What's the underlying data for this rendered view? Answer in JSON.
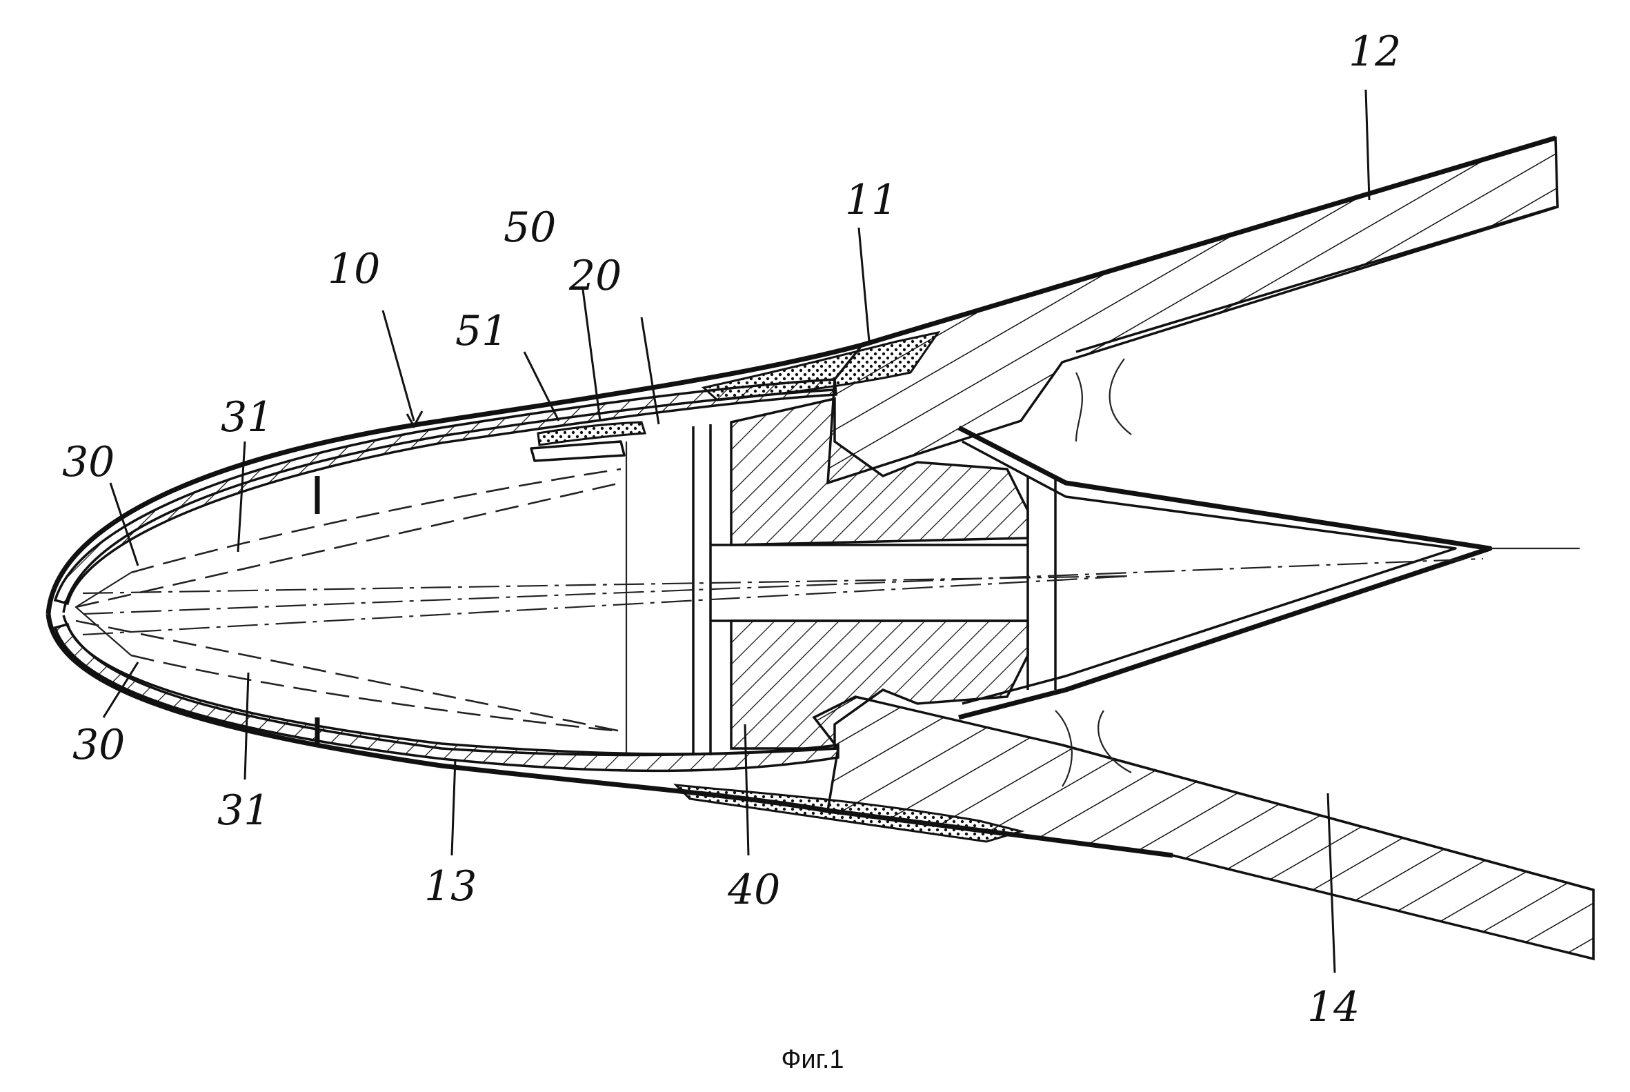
{
  "caption": "Фиг.1",
  "labels": {
    "l10": "10",
    "l11": "11",
    "l12": "12",
    "l13": "13",
    "l14": "14",
    "l20": "20",
    "l30_top": "30",
    "l30_bottom": "30",
    "l31_top": "31",
    "l31_bottom": "31",
    "l40": "40",
    "l50": "50",
    "l51": "51"
  }
}
